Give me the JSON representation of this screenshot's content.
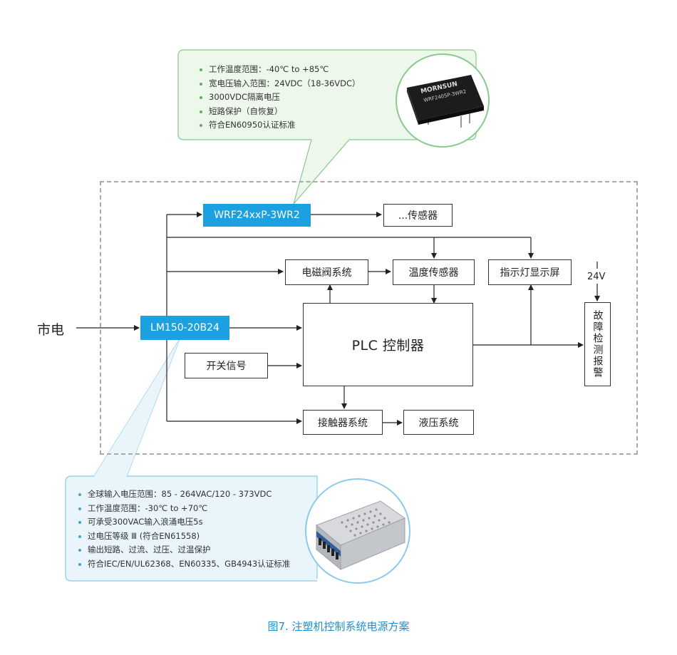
{
  "wrf_callout": {
    "items": [
      "工作温度范围：-40℃ to +85℃",
      "宽电压输入范围：24VDC（18-36VDC）",
      "3000VDC隔离电压",
      "短路保护（自恢复）",
      "符合EN60950认证标准"
    ],
    "chip_brand": "MORNSUN",
    "chip_model": "WRF2405P-3WR2"
  },
  "lm_callout": {
    "items": [
      "全球输入电压范围：85 - 264VAC/120 - 373VDC",
      "工作温度范围：-30℃ to +70℃",
      "可承受300VAC输入浪涌电压5s",
      "过电压等级 Ⅲ (符合EN61558)",
      "输出短路、过流、过压、过温保护",
      "符合IEC/EN/UL62368、EN60335、GB4943认证标准"
    ]
  },
  "blocks": {
    "mains": "市电",
    "lm": "LM150-20B24",
    "wrf": "WRF24xxP-3WR2",
    "sensor": "...传感器",
    "valve": "电磁阀系统",
    "temp_sensor": "温度传感器",
    "indicator": "指示灯显示屏",
    "plc": "PLC 控制器",
    "switch": "开关信号",
    "contactor": "接触器系统",
    "hydraulic": "液压系统",
    "voltage": "24V",
    "alarm": "故障检测报警"
  },
  "caption": "图7. 注塑机控制系统电源方案",
  "colors": {
    "blue": "#1ba0e2",
    "green_fill": "#eef7ec",
    "green_border": "#8bc98a",
    "blue_fill": "#e9f4fb",
    "blue_border": "#8ccaea",
    "caption": "#1a8fd0"
  }
}
